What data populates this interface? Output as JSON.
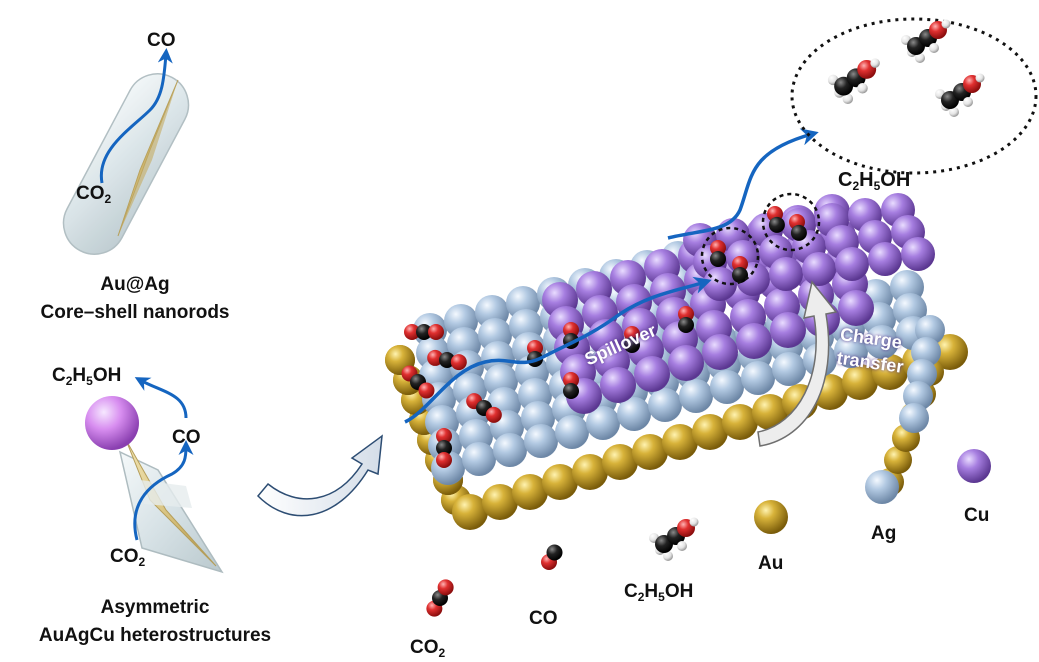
{
  "colors": {
    "au": "#c9a227",
    "ag": "#a9c1dc",
    "cu": "#9b72d0",
    "carbon": "#1a1a1a",
    "oxygen": "#d42a2a",
    "hydrogen": "#f0f0f0",
    "arrow": "#1565c0",
    "shell": "#dfe8ec",
    "core": "#d6c38a"
  },
  "top_left": {
    "co": "CO",
    "co2_main": "CO",
    "co2_sub": "2",
    "title_line1": "Au@Ag",
    "title_line2": "Core–shell nanorods"
  },
  "bottom_left": {
    "product_c": "C",
    "product_c_sub": "2",
    "product_h": "H",
    "product_h_sub": "5",
    "product_oh": "OH",
    "co": "CO",
    "co2_main": "CO",
    "co2_sub": "2",
    "title_line1": "Asymmetric",
    "title_line2": "AuAgCu  heterostructures"
  },
  "surface": {
    "spillover": "Spillover",
    "charge_line1": "Charge",
    "charge_line2": "transfer"
  },
  "cloud_product": {
    "c": "C",
    "c_sub": "2",
    "h": "H",
    "h_sub": "5",
    "oh": "OH"
  },
  "legend": {
    "co2_main": "CO",
    "co2_sub": "2",
    "co": "CO",
    "ethanol_c": "C",
    "ethanol_c_sub": "2",
    "ethanol_h": "H",
    "ethanol_h_sub": "5",
    "ethanol_oh": "OH",
    "au": "Au",
    "ag": "Ag",
    "cu": "Cu"
  }
}
